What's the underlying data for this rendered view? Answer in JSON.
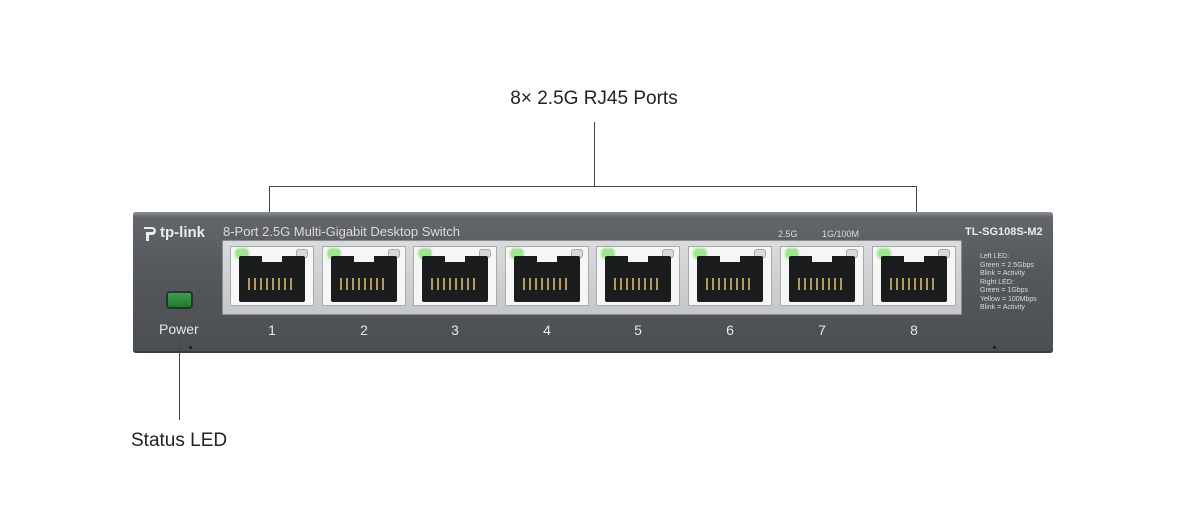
{
  "callouts": {
    "ports_label": "8× 2.5G RJ45 Ports",
    "status_led_label": "Status LED"
  },
  "device": {
    "brand": "tp-link",
    "description": "8-Port 2.5G Multi-Gigabit Desktop Switch",
    "model": "TL-SG108S-M2",
    "speed_label_1": "2.5G",
    "speed_label_2": "1G/100M",
    "power_label": "Power",
    "led_legend": [
      "Left LED:",
      "Green = 2.5Gbps",
      "Blink = Activity",
      "Right LED:",
      "Green = 1Gbps",
      "Yellow = 100Mbps",
      "Blink = Activity"
    ],
    "ports": [
      "1",
      "2",
      "3",
      "4",
      "5",
      "6",
      "7",
      "8"
    ]
  },
  "colors": {
    "body": "#55585c",
    "port_led_green": "#9de88a",
    "power_led": "#2f9a41"
  }
}
